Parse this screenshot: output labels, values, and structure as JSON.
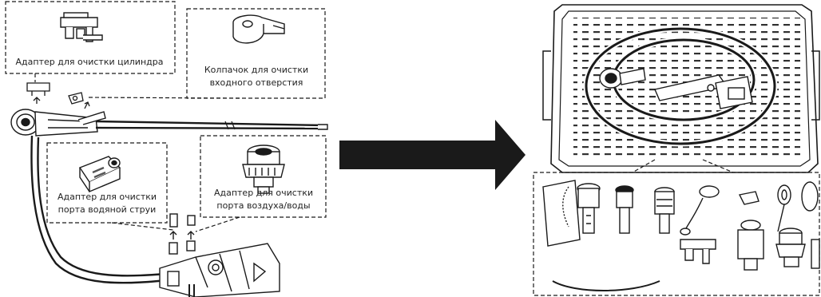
{
  "callouts": {
    "cylinder_adapter": "Адаптер для очистки цилиндра",
    "inlet_cap_line1": "Колпачок для очистки",
    "inlet_cap_line2": "входного отверстия",
    "water_jet_line1": "Адаптер для очистки",
    "water_jet_line2": "порта водяной струи",
    "air_water_line1": "Адаптер для очистки",
    "air_water_line2": "порта воздуха/воды"
  },
  "icons": [
    "endoscope-icon",
    "arrow-right-icon",
    "cleaning-tray-icon",
    "adapter-icon",
    "cap-icon"
  ],
  "colors": {
    "line": "#1a1a1a",
    "arrow": "#1a1a1a",
    "background": "#ffffff"
  }
}
